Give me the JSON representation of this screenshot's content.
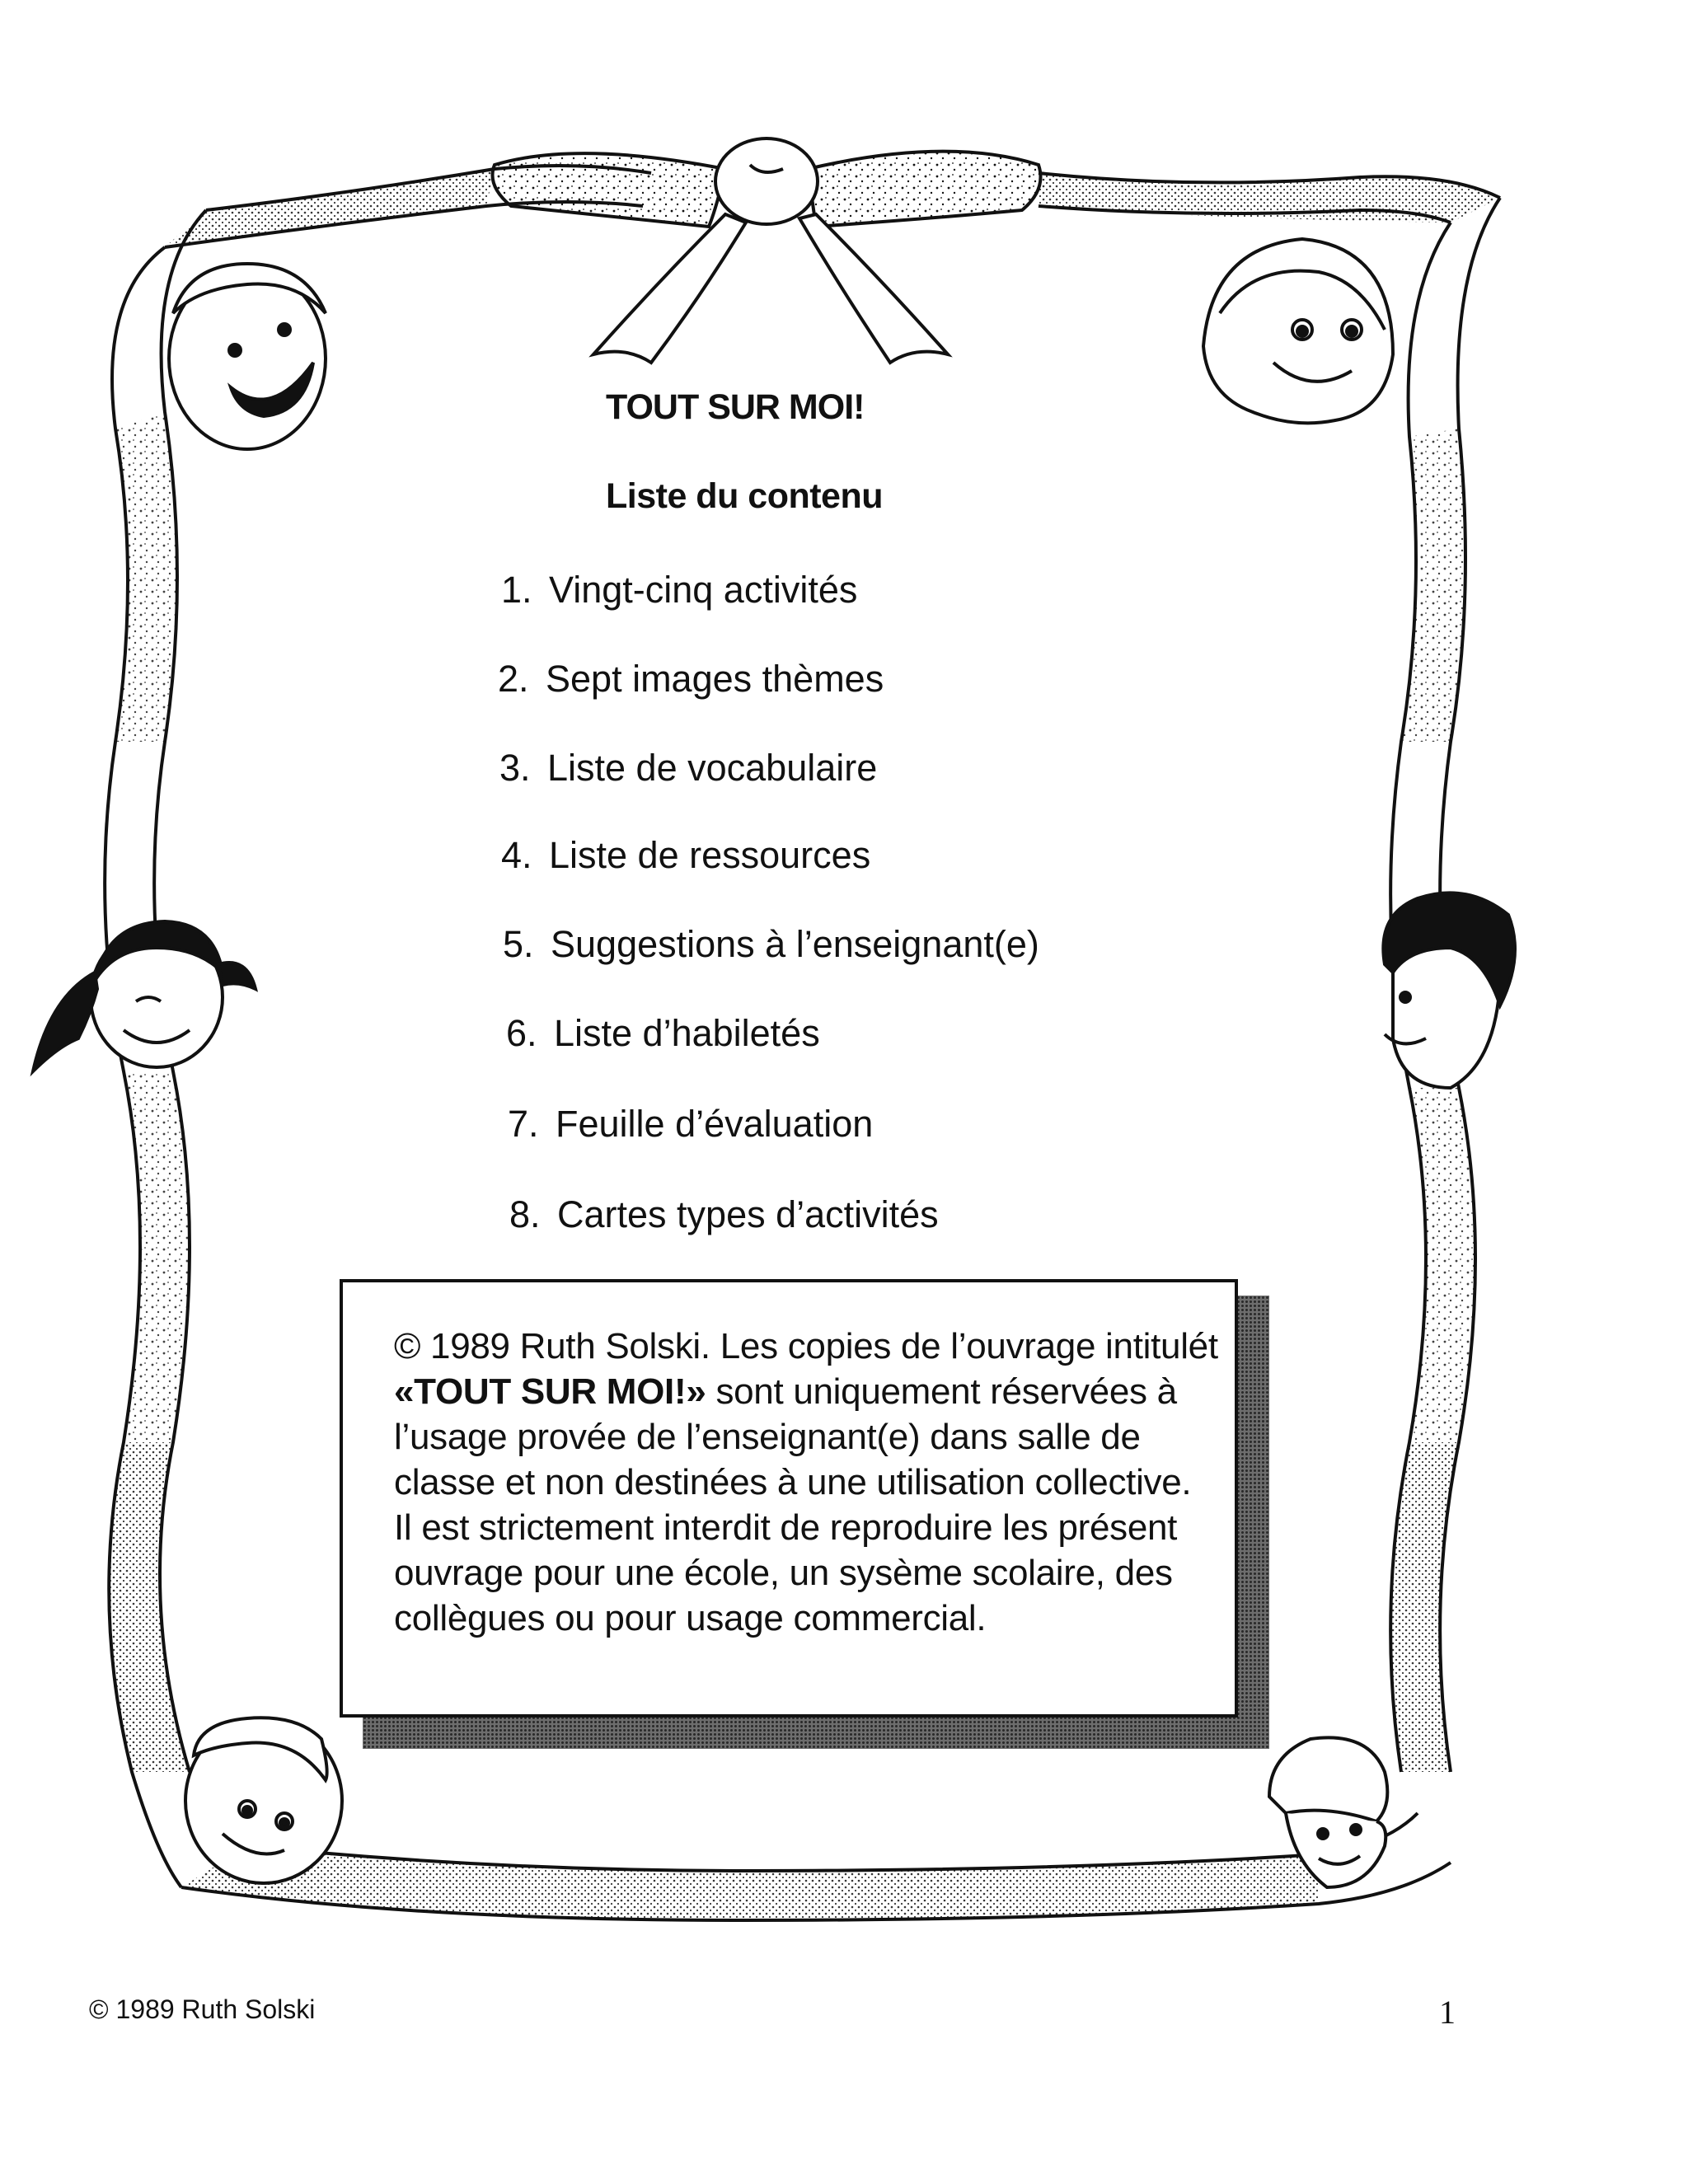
{
  "document": {
    "title": "TOUT SUR MOI!",
    "subtitle": "Liste du contenu",
    "contents": [
      {
        "num": "1.",
        "label": "Vingt-cinq activités"
      },
      {
        "num": "2.",
        "label": "Sept images thèmes"
      },
      {
        "num": "3.",
        "label": "Liste de vocabulaire"
      },
      {
        "num": "4.",
        "label": "Liste de ressources"
      },
      {
        "num": "5.",
        "label": "Suggestions à l’enseignant(e)"
      },
      {
        "num": "6.",
        "label": "Liste d’habiletés"
      },
      {
        "num": "7.",
        "label": "Feuille d’évaluation"
      },
      {
        "num": "8.",
        "label": "Cartes types d’activités"
      }
    ],
    "notice": {
      "part1": "© 1989 Ruth Solski. Les copies de l’ouvrage intitulét ",
      "emphasis": "«TOUT SUR MOI!»",
      "part2": " sont uniquement réservées à l’usage provée de l’enseignant(e) dans salle de classe et non destinées à une utilisation collective. Il est strictement interdit de reproduire les présent ouvrage pour une école, un sysème scolaire, des collègues ou pour usage commercial."
    },
    "footer_copyright": "© 1989 Ruth Solski",
    "page_number": "1"
  },
  "decorations": {
    "frame": "ribbon-border-with-bow",
    "faces": [
      "boy-face-icon",
      "girl-face-icon",
      "girl-pigtails-face-icon",
      "boy-curly-face-icon",
      "boy-face-icon",
      "turban-face-icon"
    ]
  }
}
